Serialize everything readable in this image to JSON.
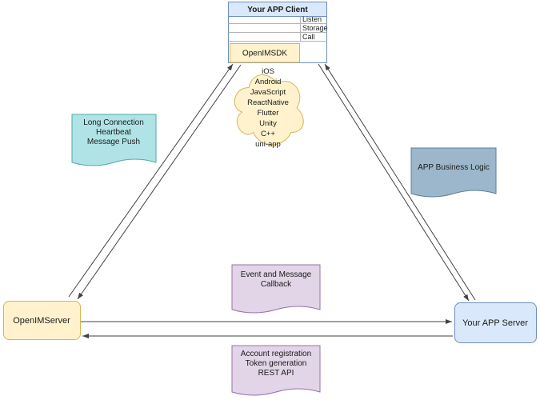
{
  "diagram": {
    "client": {
      "title": "Your APP Client",
      "ports": [
        "Listen",
        "Storage",
        "Call"
      ],
      "sdk": "OpenIMSDK"
    },
    "platforms": [
      "iOS",
      "Android",
      "JavaScript",
      "ReactNative",
      "Flutter",
      "Unity",
      "C++",
      "uni-app"
    ],
    "notes": {
      "long_connection": {
        "lines": [
          "Long Connection",
          "Heartbeat",
          "Message Push"
        ],
        "fill": "#b0e3e6",
        "stroke": "#4fa8a8"
      },
      "business_logic": {
        "lines": [
          "APP Business Logic"
        ],
        "fill": "#9cb7cb",
        "stroke": "#5f7f99"
      },
      "event_callback": {
        "lines": [
          "Event and Message",
          "Callback"
        ],
        "fill": "#e1d5e7",
        "stroke": "#9673a6"
      },
      "rest_api": {
        "lines": [
          "Account registration",
          "Token generation",
          "REST API"
        ],
        "fill": "#e1d5e7",
        "stroke": "#9673a6"
      }
    },
    "nodes": {
      "openim_server": {
        "label": "OpenIMServer",
        "fill": "#fff2cc",
        "stroke": "#d6b656"
      },
      "app_server": {
        "label": "Your APP Server",
        "fill": "#dae8fc",
        "stroke": "#6c8ebf"
      }
    },
    "palette": {
      "client_header_fill": "#dae8fc",
      "client_border": "#6c8ebf",
      "client_body_fill": "#ffffff",
      "sdk_fill": "#fff2cc",
      "sdk_border": "#d6b656",
      "cloud_fill": "#fff2cc",
      "cloud_border": "#d6b656",
      "edge_color": "#424242"
    }
  }
}
